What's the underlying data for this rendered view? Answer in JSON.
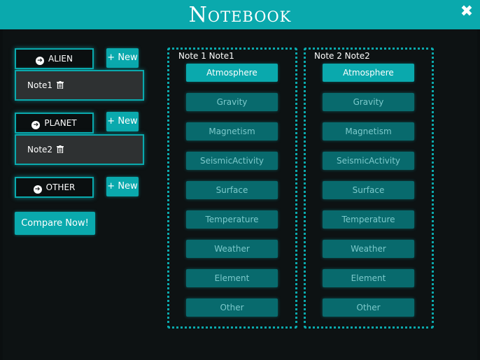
{
  "window": {
    "title": "Notebook",
    "close_icon": "close-icon"
  },
  "categories": [
    {
      "label": "ALIEN",
      "new_label": "+ New",
      "notes": [
        {
          "name": "Note1"
        }
      ]
    },
    {
      "label": "PLANET",
      "new_label": "+ New",
      "notes": [
        {
          "name": "Note2"
        }
      ]
    },
    {
      "label": "OTHER",
      "new_label": "+ New",
      "notes": []
    }
  ],
  "compare_label": "Compare Now!",
  "panels": [
    {
      "title": "Note 1 Note1"
    },
    {
      "title": "Note 2 Note2"
    }
  ],
  "attributes": [
    "Atmosphere",
    "Gravity",
    "Magnetism",
    "SeismicActivity",
    "Surface",
    "Temperature",
    "Weather",
    "Element",
    "Other"
  ],
  "active_attribute": "Atmosphere",
  "colors": {
    "accent": "#0aa9ad",
    "button_dim": "#086a6d",
    "background": "#0b0f10"
  }
}
